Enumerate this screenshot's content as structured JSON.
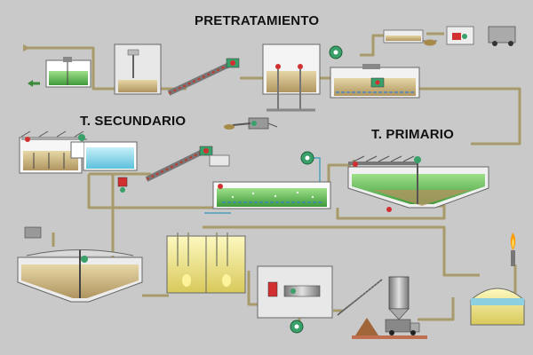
{
  "labels": {
    "pretratamiento": "PRETRATAMIENTO",
    "secundario": "T. SECUNDARIO",
    "primario": "T. PRIMARIO"
  },
  "colors": {
    "background": "#c9c9c9",
    "pipe": "#a89a6a",
    "water_green": "#6fc25a",
    "water_blue": "#8fd8ea",
    "sludge": "#c8b27a",
    "tank_wall": "#ffffff",
    "pump_green": "#3aa06a",
    "valve_red": "#d23030",
    "biogas_tank": "#f2ee9a",
    "flame": "#ff9a00"
  },
  "icons": [
    "pump-icon",
    "valve-icon",
    "flame-icon",
    "truck-icon",
    "silo-icon",
    "conveyor-icon"
  ]
}
